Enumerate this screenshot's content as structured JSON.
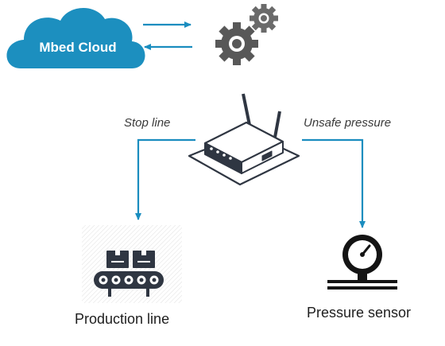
{
  "cloud": {
    "label": "Mbed Cloud"
  },
  "labels": {
    "stop_line": "Stop line",
    "unsafe_pressure": "Unsafe pressure",
    "production_line": "Production line",
    "pressure_sensor": "Pressure sensor"
  },
  "colors": {
    "cloud": "#1c8fbf",
    "arrow": "#1a8dbf",
    "icon_dark": "#2f3642",
    "gear": "#5a5a5a",
    "sensor": "#141414"
  },
  "icons": [
    "cloud-icon",
    "gears-icon",
    "router-icon",
    "conveyor-icon",
    "pressure-gauge-icon"
  ]
}
